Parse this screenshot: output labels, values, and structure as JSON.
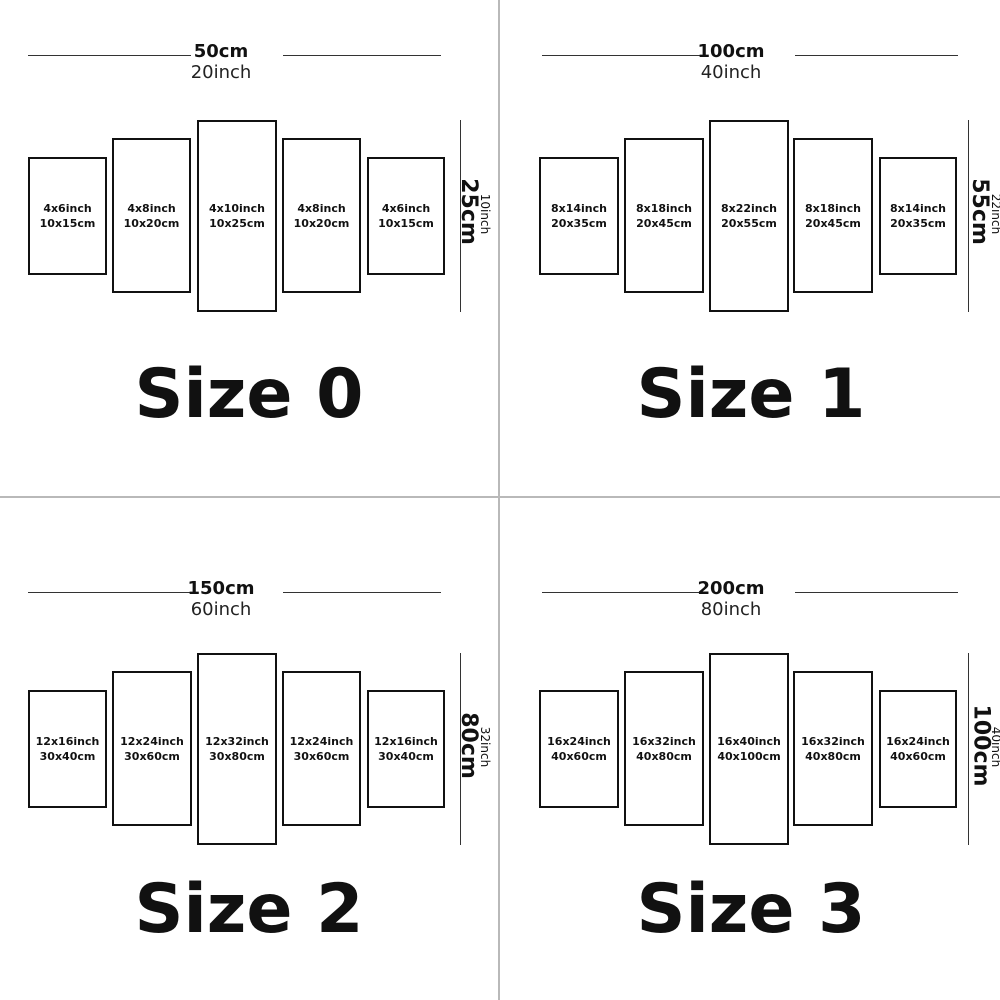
{
  "quadrants": [
    {
      "width_cm": "50cm",
      "width_inch": "20inch",
      "height_cm": "25cm",
      "height_inch": "10inch",
      "title": "Size 0",
      "panels": [
        {
          "inch": "4x6inch",
          "cm": "10x15cm"
        },
        {
          "inch": "4x8inch",
          "cm": "10x20cm"
        },
        {
          "inch": "4x10inch",
          "cm": "10x25cm"
        },
        {
          "inch": "4x8inch",
          "cm": "10x20cm"
        },
        {
          "inch": "4x6inch",
          "cm": "10x15cm"
        }
      ]
    },
    {
      "width_cm": "100cm",
      "width_inch": "40inch",
      "height_cm": "55cm",
      "height_inch": "22inch",
      "title": "Size 1",
      "panels": [
        {
          "inch": "8x14inch",
          "cm": "20x35cm"
        },
        {
          "inch": "8x18inch",
          "cm": "20x45cm"
        },
        {
          "inch": "8x22inch",
          "cm": "20x55cm"
        },
        {
          "inch": "8x18inch",
          "cm": "20x45cm"
        },
        {
          "inch": "8x14inch",
          "cm": "20x35cm"
        }
      ]
    },
    {
      "width_cm": "150cm",
      "width_inch": "60inch",
      "height_cm": "80cm",
      "height_inch": "32inch",
      "title": "Size 2",
      "panels": [
        {
          "inch": "12x16inch",
          "cm": "30x40cm"
        },
        {
          "inch": "12x24inch",
          "cm": "30x60cm"
        },
        {
          "inch": "12x32inch",
          "cm": "30x80cm"
        },
        {
          "inch": "12x24inch",
          "cm": "30x60cm"
        },
        {
          "inch": "12x16inch",
          "cm": "30x40cm"
        }
      ]
    },
    {
      "width_cm": "200cm",
      "width_inch": "80inch",
      "height_cm": "100cm",
      "height_inch": "40inch",
      "title": "Size 3",
      "panels": [
        {
          "inch": "16x24inch",
          "cm": "40x60cm"
        },
        {
          "inch": "16x32inch",
          "cm": "40x80cm"
        },
        {
          "inch": "16x40inch",
          "cm": "40x100cm"
        },
        {
          "inch": "16x32inch",
          "cm": "40x80cm"
        },
        {
          "inch": "16x24inch",
          "cm": "40x60cm"
        }
      ]
    }
  ]
}
